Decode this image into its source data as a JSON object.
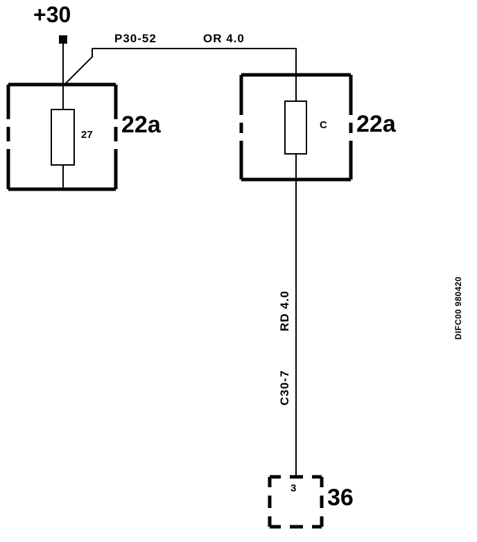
{
  "supply": {
    "label": "+30"
  },
  "wire_top": {
    "circuit": "P30-52",
    "color_gauge": "OR 4.0"
  },
  "wire_vertical": {
    "circuit": "C30-7",
    "color_gauge": "RD 4.0"
  },
  "fuse_left": {
    "number": "27",
    "box_label": "22a"
  },
  "fuse_right": {
    "number": "C",
    "box_label": "22a"
  },
  "connector": {
    "pin": "3",
    "label": "36"
  },
  "drawing_code": "DIFC00 980420",
  "colors": {
    "line": "#000000",
    "background": "#ffffff"
  }
}
